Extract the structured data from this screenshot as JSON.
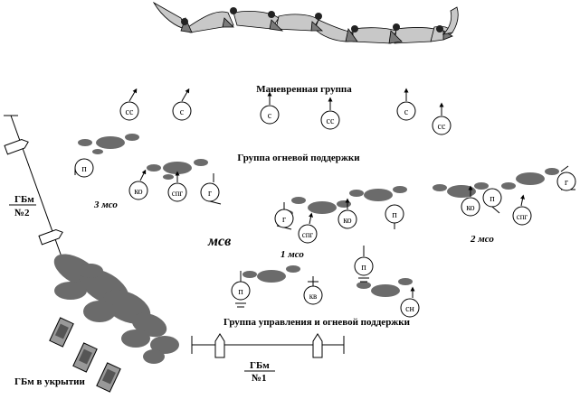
{
  "labels": {
    "maneuver_group": "Маневренная группа",
    "fire_support_group": "Группа огневой поддержки",
    "control_group": "Группа управления и огневой поддержки",
    "msv": "мсв",
    "mso1": "1 мсо",
    "mso2": "2 мсо",
    "mso3": "3 мсо",
    "gbm1_top": "ГБм",
    "gbm1_bottom": "№1",
    "gbm2_top": "ГБм",
    "gbm2_bottom": "№2",
    "gbm_cover": "ГБм в укрытии"
  },
  "symbols": {
    "s": "с",
    "ss": "сс",
    "p": "п",
    "ko": "ко",
    "spg": "спг",
    "g": "г",
    "kv": "кв",
    "sn": "сн"
  },
  "colors": {
    "blob": "#6b6b6b",
    "trench_light": "#c8c8c8",
    "trench_dark": "#7a7a7a"
  }
}
